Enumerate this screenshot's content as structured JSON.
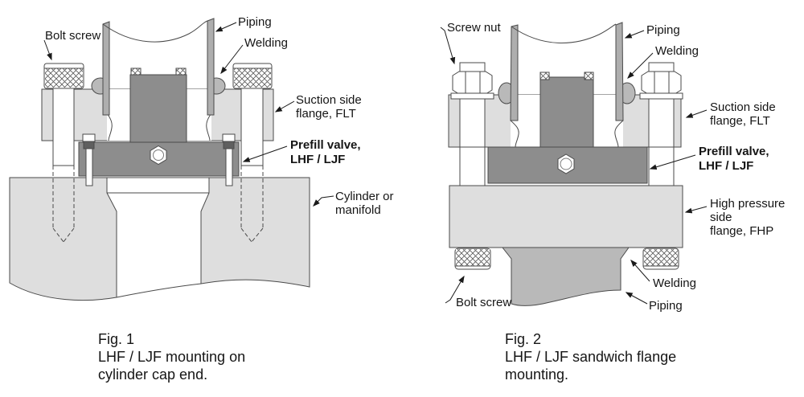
{
  "figure1": {
    "labels": {
      "bolt_screw": "Bolt screw",
      "piping": "Piping",
      "welding": "Welding",
      "suction_flange": "Suction side\nflange, FLT",
      "prefill_valve": "Prefill valve,\nLHF / LJF",
      "cylinder": "Cylinder or\nmanifold"
    },
    "caption": {
      "number": "Fig. 1",
      "text": "LHF / LJF mounting on\ncylinder cap end."
    }
  },
  "figure2": {
    "labels": {
      "screw_nut": "Screw nut",
      "piping_top": "Piping",
      "welding_top": "Welding",
      "suction_flange": "Suction side\nflange, FLT",
      "prefill_valve": "Prefill valve,\nLHF / LJF",
      "hp_flange": "High pressure side\nflange, FHP",
      "welding_bottom": "Welding",
      "piping_bottom": "Piping",
      "bolt_screw": "Bolt screw"
    },
    "caption": {
      "number": "Fig. 2",
      "text": "LHF / LJF sandwich flange\nmounting."
    }
  },
  "colors": {
    "flange_light": "#dedede",
    "valve_dark": "#8d8d8d",
    "pipe_wall": "#aeaeae",
    "weld_gray": "#b9b9b9",
    "stud_head": "#5f5f5f",
    "outline": "#4a4a4a"
  }
}
